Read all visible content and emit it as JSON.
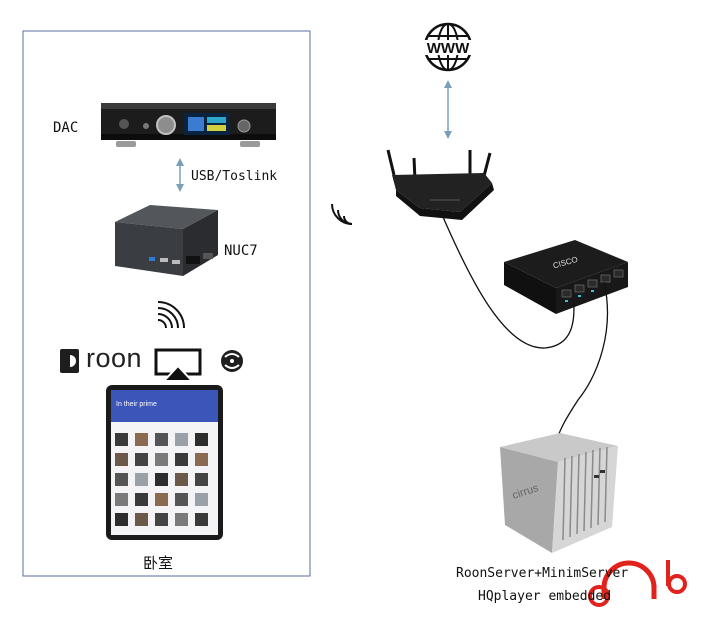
{
  "labels": {
    "dac": "DAC",
    "link": "USB/Toslink",
    "nuc": "NUC7",
    "roon": "roon",
    "room": "卧室",
    "server_line1": "RoonServer+MinimServer",
    "server_line2": "HQplayer embedded",
    "www": "WWW",
    "cisco": "CISCO",
    "cirrus": "cirrus"
  },
  "icons": [
    "wifi-icon",
    "airplay-icon",
    "upnp-icon",
    "globe-icon",
    "router-icon",
    "network-switch-icon",
    "hqplayer-logo"
  ]
}
